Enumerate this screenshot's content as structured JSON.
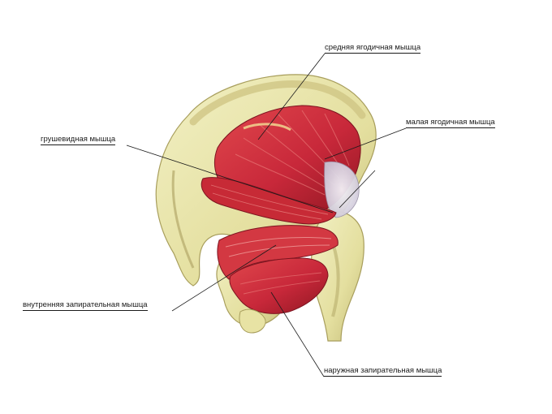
{
  "labels": {
    "gluteus_medius": "средняя ягодичная мышца",
    "gluteus_minimus": "малая ягодичная мышца",
    "piriformis": "грушевидная мышца",
    "obturator_internus": "внутренняя запирательная мышца",
    "obturator_externus": "наружная запирательная мышца"
  },
  "colors": {
    "bone": "#ecebb0",
    "bone_shade": "#c9c27e",
    "muscle": "#d2323a",
    "muscle_dark": "#9e1c24",
    "muscle_light": "#ec8a86",
    "tendon": "#e6e2ee",
    "leader_line": "#1a1a1a"
  }
}
